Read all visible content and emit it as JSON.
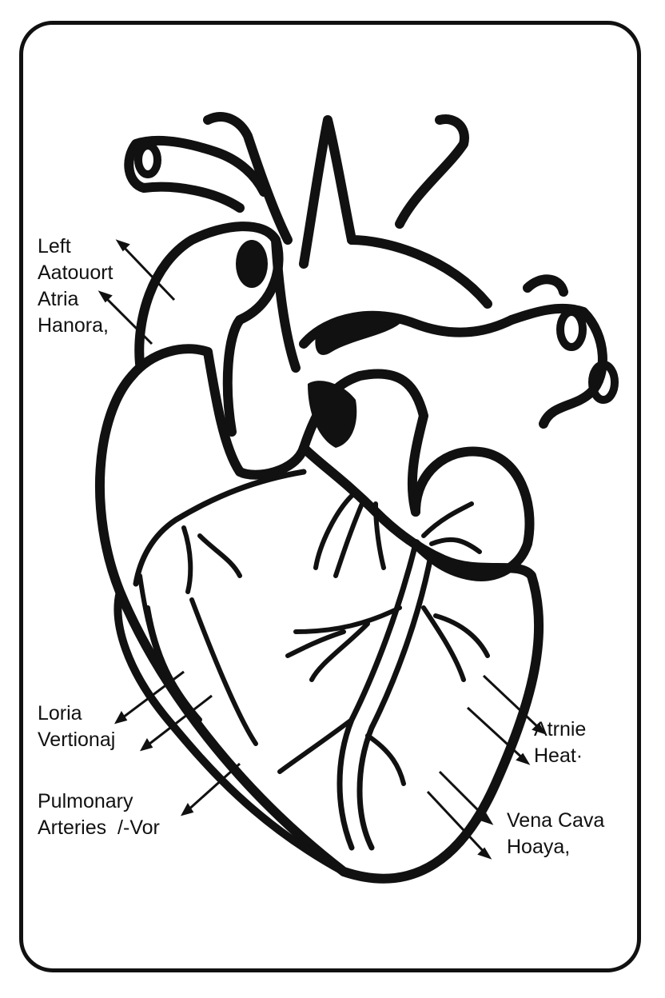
{
  "colors": {
    "ink": "#111111",
    "background": "#ffffff"
  },
  "labels": {
    "top_left": {
      "line1": "Left",
      "line2": "Aatouort",
      "line3": "Atria",
      "line4": "Hanora,"
    },
    "mid_left": {
      "line1": "Loria",
      "line2": "Vertionaj"
    },
    "bottom_left": {
      "line1": "Pulmonary",
      "line2": "Arteries",
      "line2_extra": "/-Vor"
    },
    "mid_right": {
      "line1": "Atrnie",
      "line2": "Heat·"
    },
    "bottom_right": {
      "line1": "Vena Cava",
      "line2": "Hoaya,"
    }
  }
}
